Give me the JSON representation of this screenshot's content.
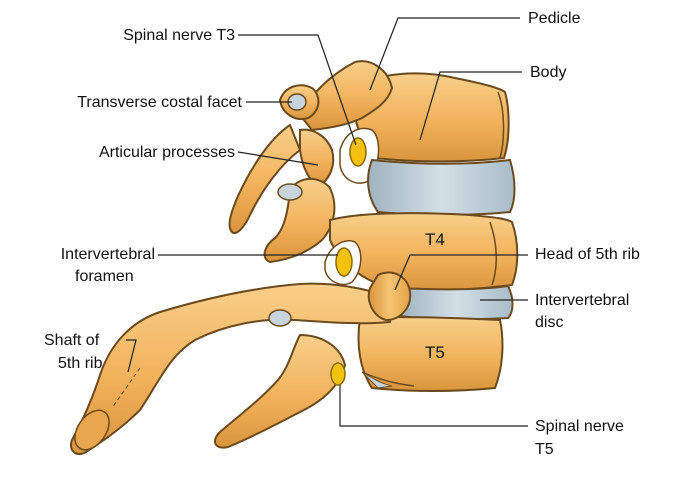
{
  "labels": {
    "spinal_nerve_t3": "Spinal nerve T3",
    "pedicle": "Pedicle",
    "body": "Body",
    "transverse_costal_facet": "Transverse costal facet",
    "articular_processes": "Articular processes",
    "intervertebral_foramen_line1": "Intervertebral",
    "intervertebral_foramen_line2": "foramen",
    "head_of_5th_rib": "Head of 5th rib",
    "intervertebral_disc_line1": "Intervertebral",
    "intervertebral_disc_line2": "disc",
    "shaft_line1": "Shaft of",
    "shaft_line2": "5th rib",
    "spinal_nerve_t5_line1": "Spinal nerve",
    "spinal_nerve_t5_line2": "T5",
    "t4": "T4",
    "t5": "T5"
  },
  "colors": {
    "bone": "#f2b25c",
    "bone_light": "#f8cf8a",
    "bone_dark": "#c98830",
    "outline": "#6b4a1e",
    "disc": "#b9c9d3",
    "nerve": "#f4c10e",
    "leader": "#222222"
  }
}
